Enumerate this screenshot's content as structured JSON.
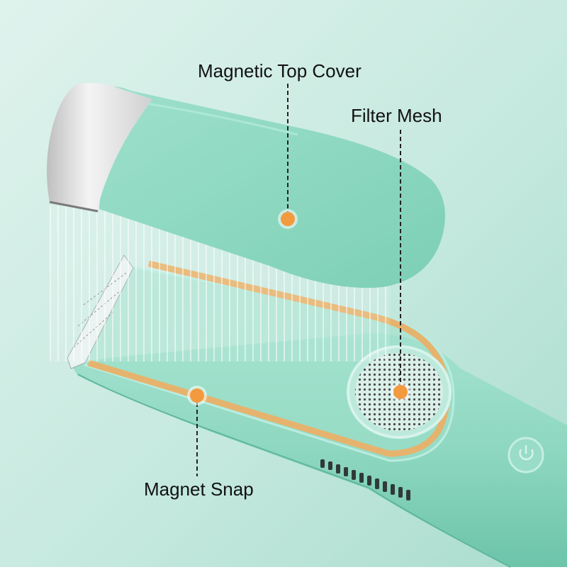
{
  "labels": {
    "top_cover": "Magnetic Top Cover",
    "filter_mesh": "Filter Mesh",
    "magnet_snap": "Magnet Snap"
  },
  "colors": {
    "background_light": "#d4eee6",
    "background_dark": "#a9ddd0",
    "device_body": "#8fd8c2",
    "marker_orange": "#f39a3e",
    "magnet_strip": "#e6b36e",
    "silver_cap": "#e6e6e6"
  }
}
